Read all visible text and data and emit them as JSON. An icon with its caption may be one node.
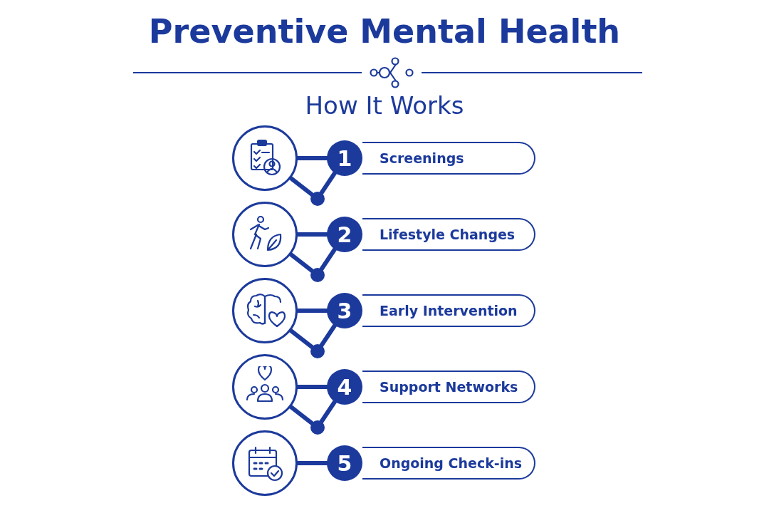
{
  "diagram": {
    "title": "Preventive Mental Health",
    "nodes": [
      {
        "text": [],
        "shape": "circle"
      },
      {
        "text": [
          "1"
        ]
      },
      {
        "text": [
          "Screenings"
        ]
      },
      {
        "text": [],
        "shape": "circle"
      },
      {
        "text": [],
        "shape": "circle"
      },
      {
        "text": [
          "2"
        ]
      },
      {
        "text": [
          "Lifestyle Changes"
        ]
      },
      {
        "text": [],
        "shape": "circle"
      },
      {
        "text": [],
        "shape": "circle"
      },
      {
        "text": [
          "3"
        ]
      },
      {
        "text": [
          "Early Intervention"
        ]
      },
      {
        "text": [],
        "shape": "circle"
      },
      {
        "text": [],
        "shape": "circle"
      },
      {
        "text": [
          "4"
        ]
      },
      {
        "text": [
          "Support Networks"
        ]
      },
      {
        "text": [],
        "shape": "circle"
      },
      {
        "text": [],
        "shape": "circle"
      },
      {
        "text": [
          "5"
        ]
      },
      {
        "text": [
          "Ongoing Check-ins"
        ]
      }
    ],
    "edges": [
      {
        "from": 0,
        "to": 1,
        "arrow": "none"
      },
      {
        "from": 0,
        "to": 3,
        "arrow": "none"
      },
      {
        "from": 3,
        "to": 1,
        "arrow": "none"
      },
      {
        "from": 4,
        "to": 5,
        "arrow": "none"
      },
      {
        "from": 4,
        "to": 7,
        "arrow": "none"
      },
      {
        "from": 7,
        "to": 5,
        "arrow": "none"
      },
      {
        "from": 8,
        "to": 9,
        "arrow": "none"
      },
      {
        "from": 8,
        "to": 11,
        "arrow": "none"
      },
      {
        "from": 11,
        "to": 9,
        "arrow": "none"
      },
      {
        "from": 12,
        "to": 13,
        "arrow": "none"
      },
      {
        "from": 12,
        "to": 15,
        "arrow": "none"
      },
      {
        "from": 15,
        "to": 13,
        "arrow": "none"
      },
      {
        "from": 16,
        "to": 17,
        "arrow": "none"
      }
    ],
    "labels": [
      "How It Works"
    ]
  }
}
